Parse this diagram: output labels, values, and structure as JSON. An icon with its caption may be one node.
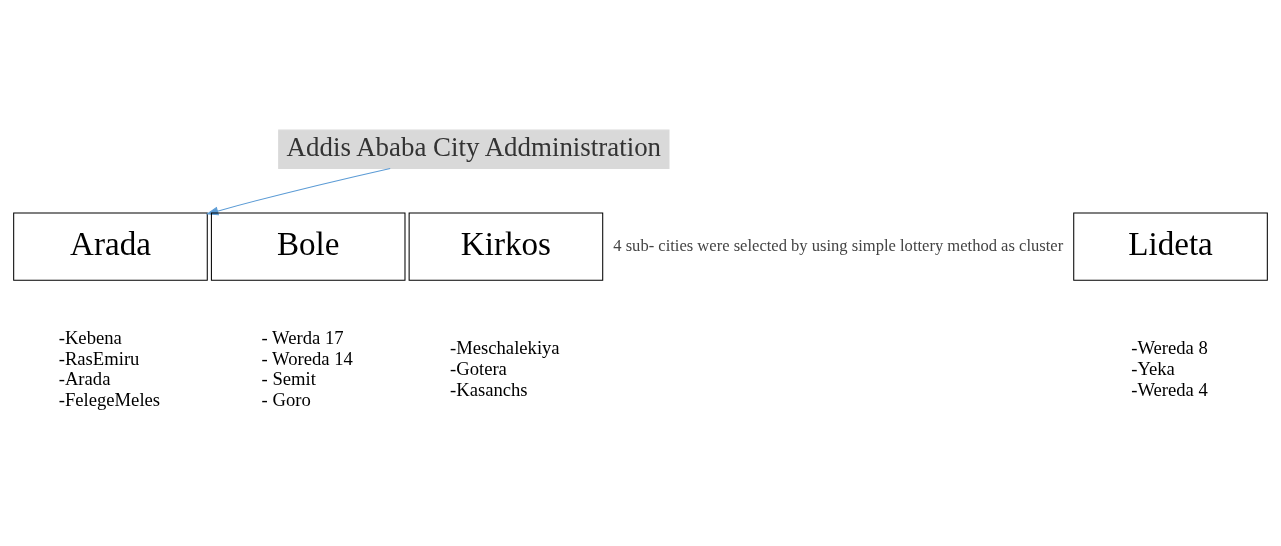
{
  "diagram": {
    "nodes": [
      {
        "text": [
          "Addis Ababa City Addministration"
        ]
      },
      {
        "text": [
          "Bole"
        ],
        "beside": [
          "- Werda 17",
          "- Woreda 14",
          "- Semit",
          "- Goro"
        ]
      },
      {
        "text": [
          "Kirkos"
        ],
        "beside": [
          "-Meschalekiya",
          "-Gotera",
          "-Kasanchs"
        ]
      },
      {
        "text": [
          "Arada"
        ],
        "beside": [
          "-Kebena",
          "-RasEmiru",
          "-Arada",
          "-FelegeMeles"
        ]
      },
      {
        "text": [
          "Lideta"
        ],
        "beside": [
          "-Wereda 8",
          "-Yeka",
          "-Wereda 4"
        ]
      }
    ],
    "edges": [
      {
        "from": 0,
        "to": 3,
        "arrow": "to",
        "color": "#5b9bd5"
      }
    ],
    "labels": [
      "4 sub- cities were selected by using simple lottery method as cluster"
    ]
  }
}
